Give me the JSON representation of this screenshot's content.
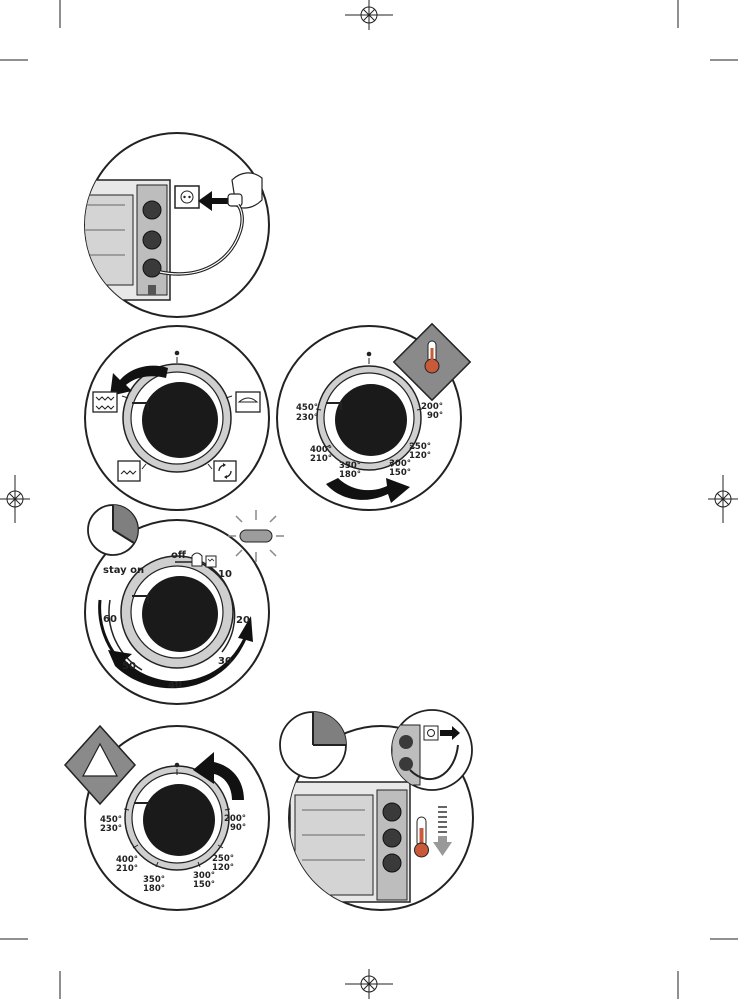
{
  "panel_temp_1": {
    "labels": {
      "t450": "450°",
      "t230": "230°",
      "t400": "400°",
      "t210": "210°",
      "t350": "350°",
      "t180": "180°",
      "t300": "300°",
      "t150": "150°",
      "t250": "250°",
      "t120": "120°",
      "t200": "200°",
      "t90": "90°"
    }
  },
  "panel_timer": {
    "labels": {
      "off": "off",
      "stay_on": "stay on",
      "m10": "10",
      "m20": "20",
      "m30": "30",
      "m40": "40",
      "m50": "50",
      "m60": "60"
    }
  },
  "panel_temp_2": {
    "labels": {
      "t450": "450°",
      "t230": "230°",
      "t400": "400°",
      "t210": "210°",
      "t350": "350°",
      "t180": "180°",
      "t300": "300°",
      "t150": "150°",
      "t250": "250°",
      "t120": "120°",
      "t200": "200°",
      "t90": "90°"
    }
  },
  "colors": {
    "outline": "#222222",
    "knob": "#1a1a1a",
    "ring": "#cfcfcf",
    "thermo_red": "#c85a3a",
    "badge_gray": "#8a8a8a"
  }
}
